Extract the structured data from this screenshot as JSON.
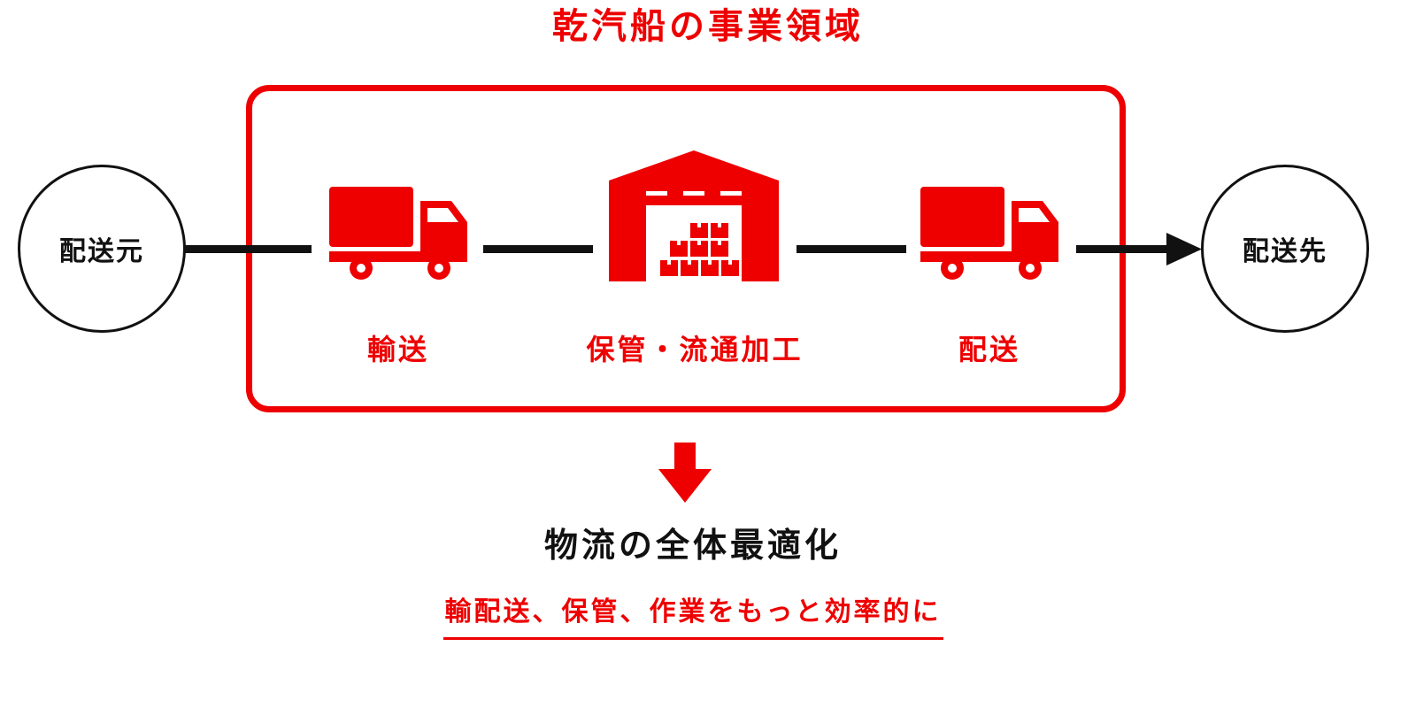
{
  "title": "乾汽船の事業領域",
  "origin": "配送元",
  "destination": "配送先",
  "steps": [
    {
      "label": "輸送",
      "icon": "truck-icon"
    },
    {
      "label": "保管・流通加工",
      "icon": "warehouse-icon"
    },
    {
      "label": "配送",
      "icon": "truck-icon"
    }
  ],
  "result": "物流の全体最適化",
  "subtitle": "輸配送、保管、作業をもっと効率的に",
  "colors": {
    "accent": "#ee0000",
    "line": "#111111"
  }
}
